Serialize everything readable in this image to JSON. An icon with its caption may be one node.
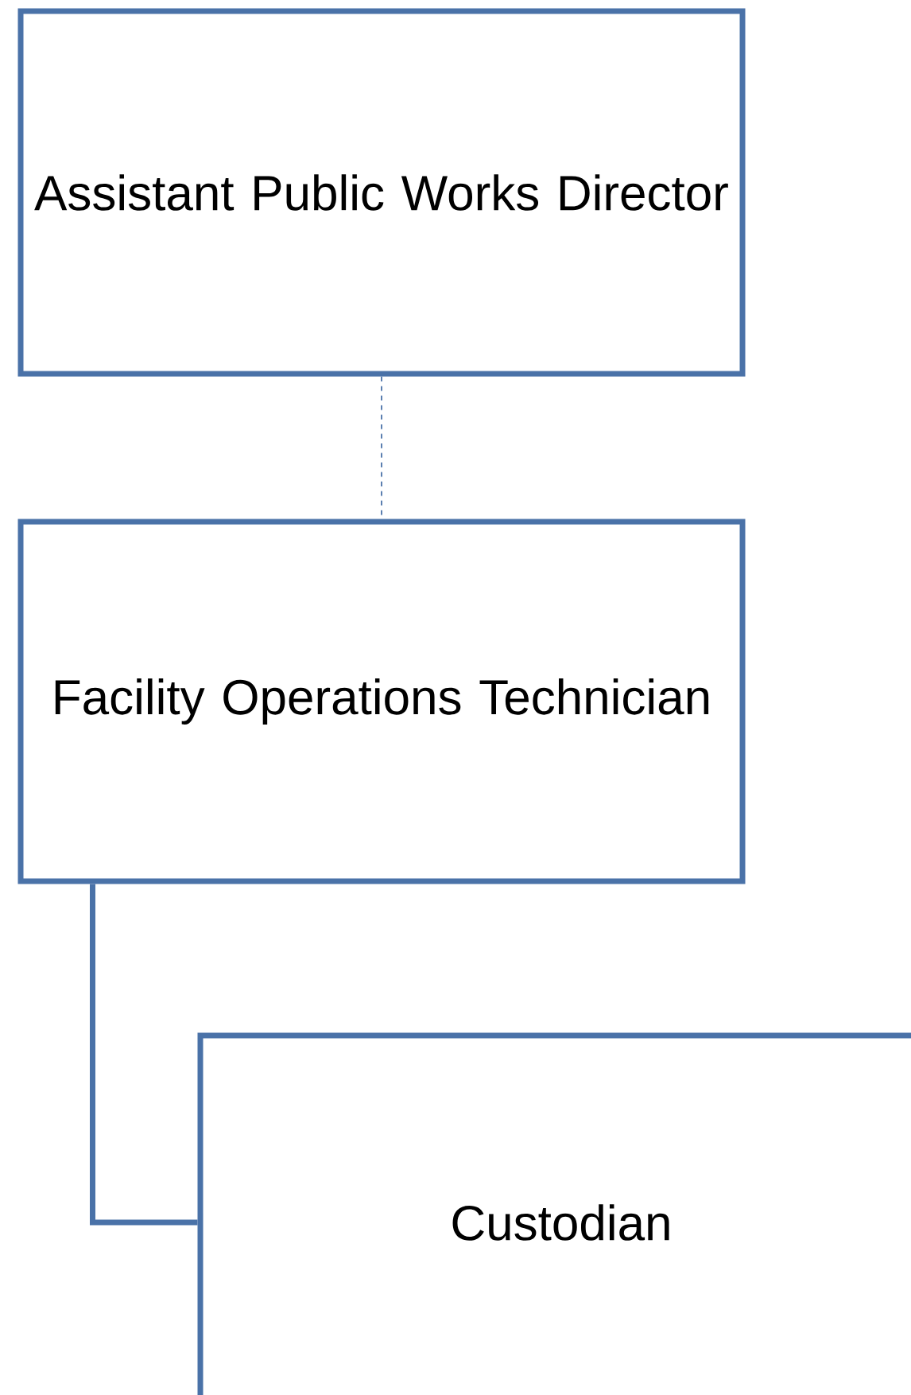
{
  "diagram": {
    "nodes": [
      {
        "text": [
          "Assistant Public Works Director"
        ]
      },
      {
        "text": [
          "Facility Operations Technician"
        ]
      },
      {
        "text": [
          "Custodian"
        ]
      }
    ],
    "edges": [
      {
        "from": 0,
        "to": 1,
        "arrow": "none",
        "style": "dashed"
      },
      {
        "from": 1,
        "to": 2,
        "arrow": "none",
        "style": "thick"
      }
    ]
  }
}
